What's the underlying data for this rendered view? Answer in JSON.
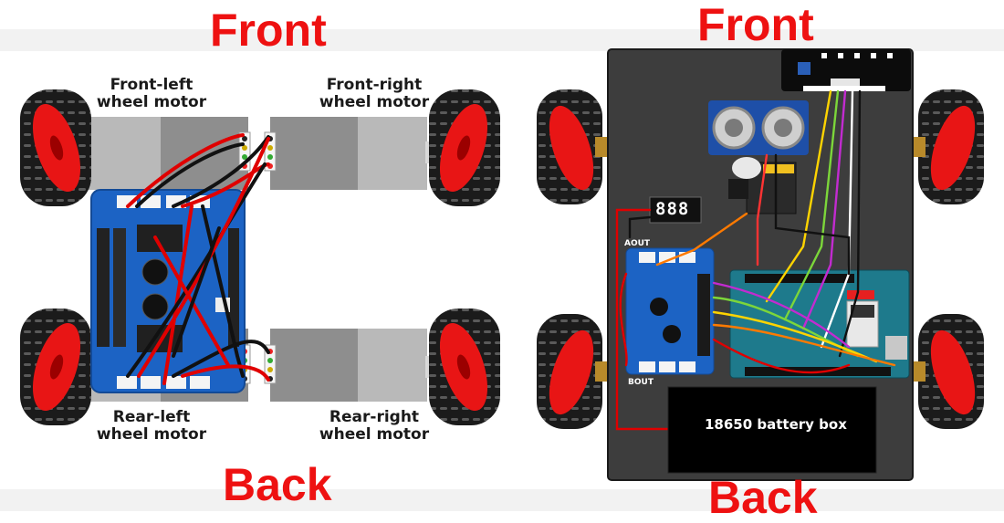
{
  "left_diagram": {
    "front_label": "Front",
    "back_label": "Back",
    "motors": {
      "front_left": [
        "Front-left",
        "wheel motor"
      ],
      "front_right": [
        "Front-right",
        "wheel motor"
      ],
      "rear_left": [
        "Rear-left",
        "wheel motor"
      ],
      "rear_right": [
        "Rear-right",
        "wheel motor"
      ]
    }
  },
  "right_diagram": {
    "front_label": "Front",
    "back_label": "Back",
    "battery_label": "18650 battery box",
    "segment_display": "888",
    "board_labels": {
      "aout": "AOUT",
      "bout": "BOUT"
    }
  },
  "colors": {
    "label_red": "#ee1111",
    "wire_red": "#e00000",
    "board_blue": "#1c63c4",
    "panel_gray": "#3d3d3d"
  }
}
